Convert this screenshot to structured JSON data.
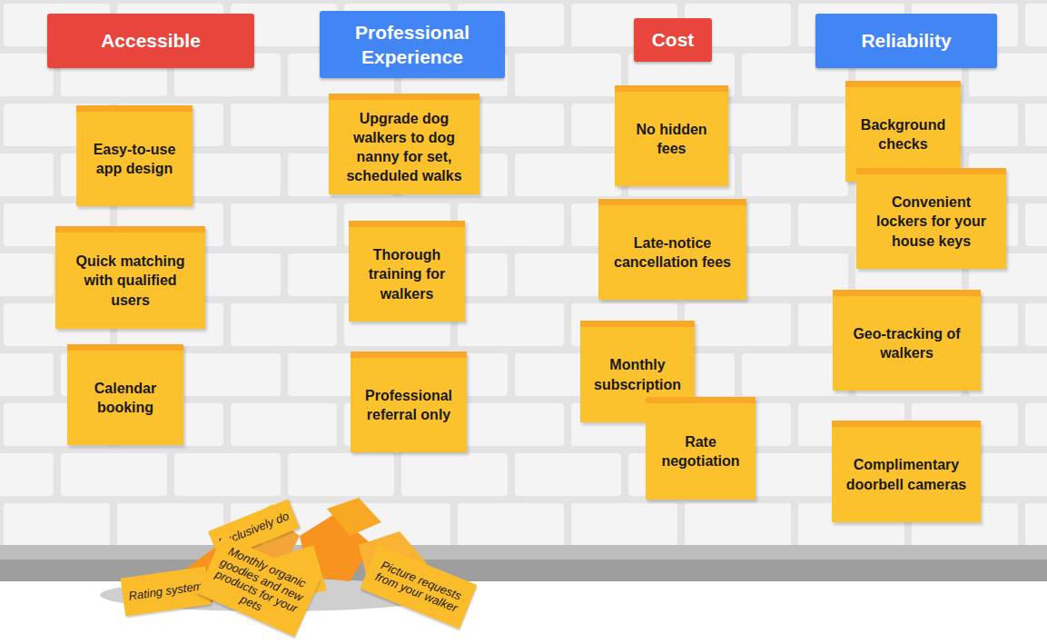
{
  "diagram": {
    "nodes": [
      {
        "text": [
          "Accessible"
        ]
      },
      {
        "text": [
          "Easy-to-use app design"
        ]
      },
      {
        "text": [
          "Quick matching with qualified users"
        ]
      },
      {
        "text": [
          "Calendar booking"
        ]
      },
      {
        "text": [
          "Professional Experience"
        ]
      },
      {
        "text": [
          "Upgrade dog walkers to dog nanny for set, scheduled walks"
        ]
      },
      {
        "text": [
          "Thorough training for walkers"
        ]
      },
      {
        "text": [
          "Professional referral only"
        ]
      },
      {
        "text": [
          "Cost"
        ]
      },
      {
        "text": [
          "No hidden fees"
        ]
      },
      {
        "text": [
          "Late-notice cancellation fees"
        ]
      },
      {
        "text": [
          "Monthly subscription"
        ]
      },
      {
        "text": [
          "Rate negotiation"
        ]
      },
      {
        "text": [
          "Reliability"
        ]
      },
      {
        "text": [
          "Background checks"
        ]
      },
      {
        "text": [
          "Convenient lockers for your house keys"
        ]
      },
      {
        "text": [
          "Geo-tracking of walkers"
        ]
      },
      {
        "text": [
          "Complimentary doorbell cameras"
        ]
      },
      {
        "text": [
          "Exclusively do"
        ]
      },
      {
        "text": [
          "Rating system"
        ]
      },
      {
        "text": [
          "Monthly organic goodies and new products for your pets"
        ]
      },
      {
        "text": [
          "Picture requests from your walker"
        ]
      }
    ]
  }
}
